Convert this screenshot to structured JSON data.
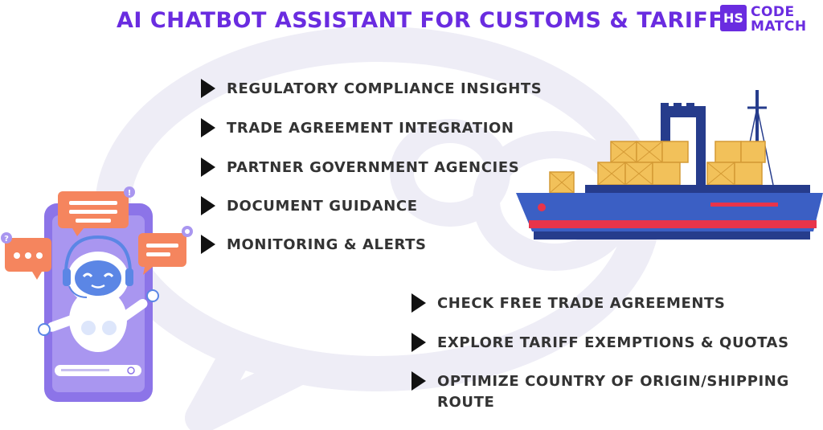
{
  "header": {
    "title": "AI CHATBOT ASSISTANT FOR CUSTOMS & TARIFF"
  },
  "logo": {
    "mark": "HS",
    "line1": "CODE",
    "line2": "MATCH",
    "color": "#6a2ce0"
  },
  "features": [
    "REGULATORY COMPLIANCE INSIGHTS",
    "TRADE AGREEMENT INTEGRATION",
    "PARTNER GOVERNMENT AGENCIES",
    "DOCUMENT GUIDANCE",
    "MONITORING & ALERTS"
  ],
  "actions": [
    "CHECK FREE TRADE AGREEMENTS",
    "EXPLORE TARIFF EXEMPTIONS & QUOTAS",
    "OPTIMIZE COUNTRY OF ORIGIN/SHIPPING ROUTE"
  ],
  "illustrations": {
    "left": "phone-chatbot-illustration",
    "right": "cargo-ship-illustration"
  },
  "colors": {
    "accent": "#6a2ce0",
    "bubble": "#f5855e",
    "phone": "#8c74e8",
    "ship_hull": "#3b5fc4",
    "container": "#f2c15a"
  }
}
